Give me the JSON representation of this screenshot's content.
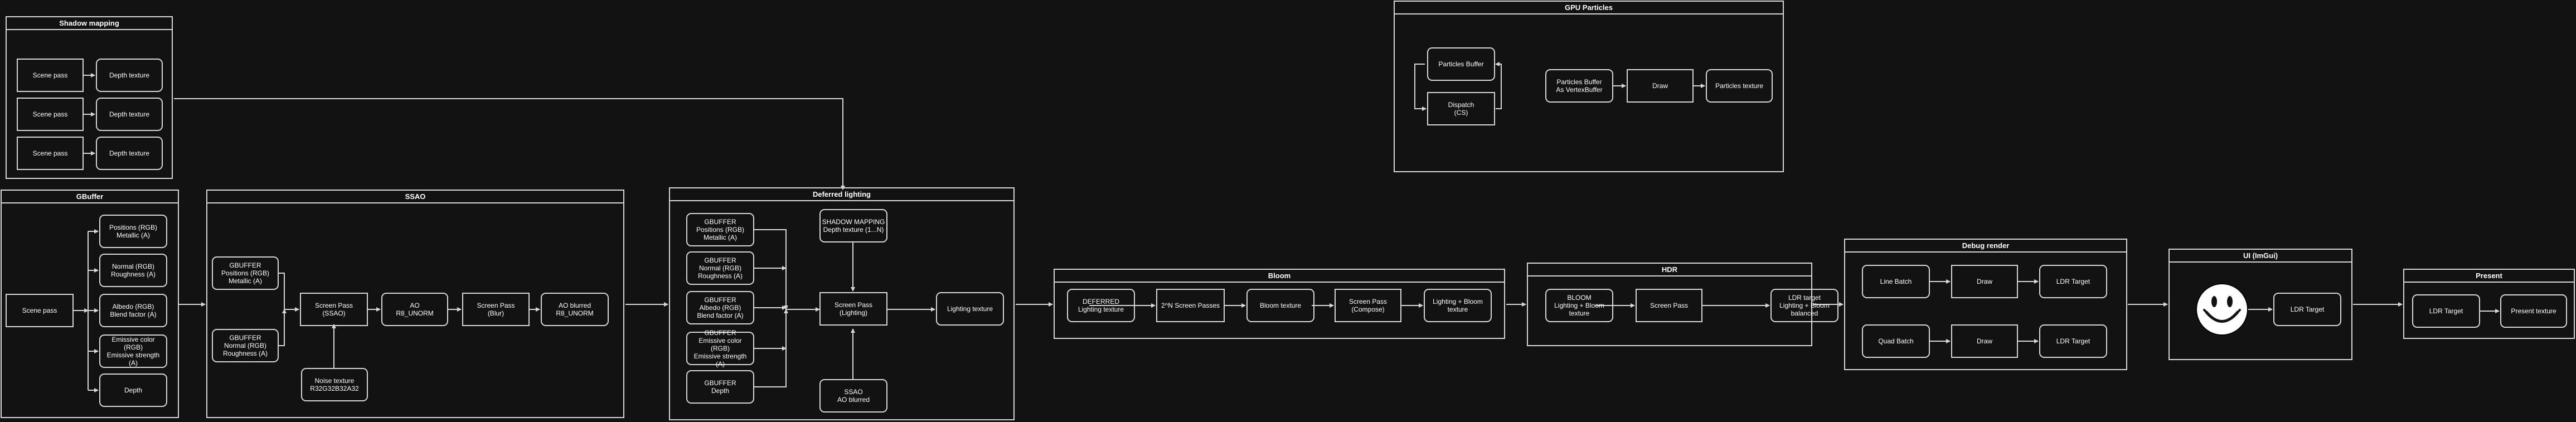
{
  "groups": {
    "shadow": "Shadow mapping",
    "gpu": "GPU Particles",
    "gbuffer": "GBuffer",
    "ssao": "SSAO",
    "deferred": "Deferred lighting",
    "bloom": "Bloom",
    "hdr": "HDR",
    "debug": "Debug render",
    "ui": "UI (ImGui)",
    "present": "Present"
  },
  "nodes": {
    "sm_pass1": "Scene pass",
    "sm_pass2": "Scene pass",
    "sm_pass3": "Scene pass",
    "sm_depth1": "Depth texture",
    "sm_depth2": "Depth texture",
    "sm_depth3": "Depth texture",
    "p_buffer": "Particles Buffer",
    "p_dispatch": "Dispatch\n(CS)",
    "p_buffer_vb": "Particles Buffer\nAs VertexBuffer",
    "p_draw": "Draw",
    "p_texture": "Particles texture",
    "gb_scene": "Scene pass",
    "gb_positions": "Positions (RGB)\nMetallic (A)",
    "gb_normal": "Normal (RGB)\nRoughness (A)",
    "gb_albedo": "Albedo (RGB)\nBlend factor (A)",
    "gb_emissive": "Emissive color (RGB)\nEmissive strength (A)",
    "gb_depth": "Depth",
    "ssao_in1": "GBUFFER\nPositions (RGB)\nMetallic (A)",
    "ssao_in2": "GBUFFER\nNormal (RGB)\nRoughness (A)",
    "ssao_pass": "Screen Pass\n(SSAO)",
    "ssao_ao": "AO\nR8_UNORM",
    "ssao_blur": "Screen Pass\n(Blur)",
    "ssao_blurred": "AO blurred\nR8_UNORM",
    "ssao_noise": "Noise texture\nR32G32B32A32",
    "dl_pos": "GBUFFER\nPositions (RGB)\nMetallic (A)",
    "dl_normal": "GBUFFER\nNormal (RGB)\nRoughness (A)",
    "dl_albedo": "GBUFFER\nAlbedo (RGB)\nBlend factor (A)",
    "dl_emissive": "GBUFFER\nEmissive color (RGB)\nEmissive strength (A)",
    "dl_depth": "GBUFFER\nDepth",
    "dl_shadow": "SHADOW MAPPING\nDepth texture (1...N)",
    "dl_pass": "Screen Pass\n(Lighting)",
    "dl_ssao": "SSAO\nAO blurred",
    "dl_lighting": "Lighting texture",
    "bl_deferred": "DEFERRED\nLighting texture",
    "bl_passes": "2^N Screen Passes",
    "bl_texture": "Bloom texture",
    "bl_compose": "Screen Pass\n(Compose)",
    "bl_result": "Lighting + Bloom\ntexture",
    "hdr_in": "BLOOM\nLighting + Bloom\ntexture",
    "hdr_pass": "Screen Pass",
    "hdr_out": "LDR target\nLighting + Bloom\nbalanced",
    "dbg_line": "Line Batch",
    "dbg_draw1": "Draw",
    "dbg_ldr1": "LDR Target",
    "dbg_quad": "Quad Batch",
    "dbg_draw2": "Draw",
    "dbg_ldr2": "LDR Target",
    "ui_ldr": "LDR Target",
    "pr_ldr": "LDR Target",
    "pr_present": "Present texture"
  }
}
